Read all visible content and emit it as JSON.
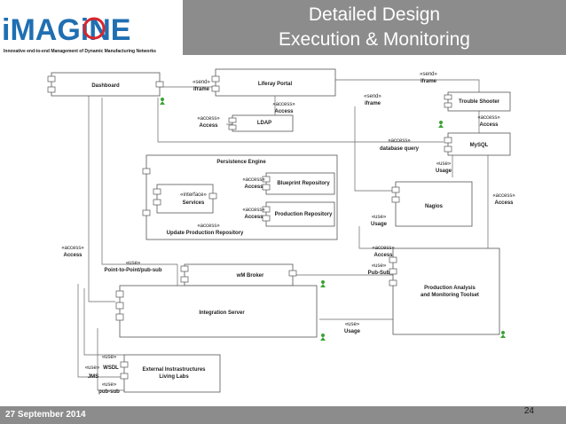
{
  "header": {
    "title_line1": "Detailed Design",
    "title_line2": "Execution & Monitoring",
    "logo_text": "iMAGiNE",
    "logo_tagline": "Innovative end-to-end Management of Dynamic Manufacturing Networks"
  },
  "footer": {
    "date": "27 September 2014",
    "page_number": "24"
  },
  "colors": {
    "band": "#8c8c8c",
    "logo_blue": "#1f6fb2",
    "logo_red": "#d9252b",
    "actor_green": "#3aa335"
  },
  "components": {
    "dashboard": "Dashboard",
    "liferay": "Liferay Portal",
    "ldap": "LDAP",
    "trouble": "Trouble Shooter",
    "mysql": "MySQL",
    "persistence": "Persistence Engine",
    "blueprint": "Blueprint Repository",
    "production_repo": "Production Repository",
    "services_stereo": "«interface»",
    "services": "Services",
    "nagios": "Nagios",
    "wm_broker": "wM Broker",
    "integration": "Integration Server",
    "pa_line1": "Production Analysis",
    "pa_line2": "and Monitoring Toolset",
    "ext_line1": "External Instrastructures",
    "ext_line2": "Living Labs"
  },
  "labels": {
    "send": "«send»",
    "iframe": "iframe",
    "access_stereo": "«access»",
    "access": "Access",
    "use_stereo": "«use»",
    "usage": "Usage",
    "database_query": "database query",
    "update_production_repository": "Update Production Repository",
    "point_to_point": "Point-to-Point/pub-sub",
    "pub_sub": "Pub-Sub",
    "wsdl": "WSDL",
    "jms": "JMS",
    "pub_sub_lower": "pub-sub"
  }
}
